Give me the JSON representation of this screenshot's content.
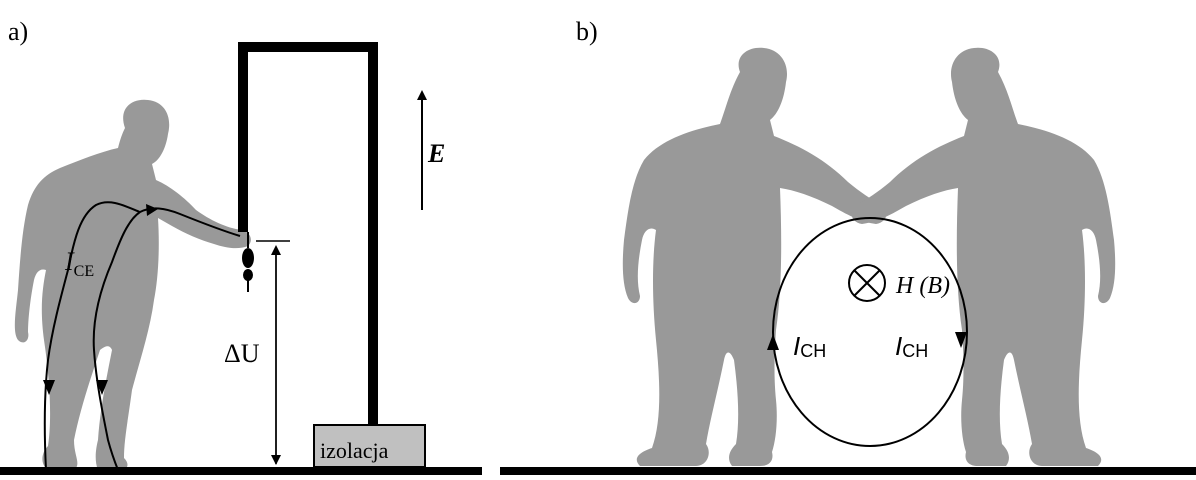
{
  "panel_a": {
    "label": "a)",
    "current_label": "I",
    "current_sub": "CE",
    "field_label": "E",
    "voltage_label": "ΔU",
    "insulation_label": "izolacja"
  },
  "panel_b": {
    "label": "b)",
    "field_label": "H (B)",
    "current_left_label": "I",
    "current_left_sub": "CH",
    "current_right_label": "I",
    "current_right_sub": "CH"
  },
  "colors": {
    "person": "#999999",
    "line": "#000000",
    "insulator": "#c0c0c0"
  }
}
